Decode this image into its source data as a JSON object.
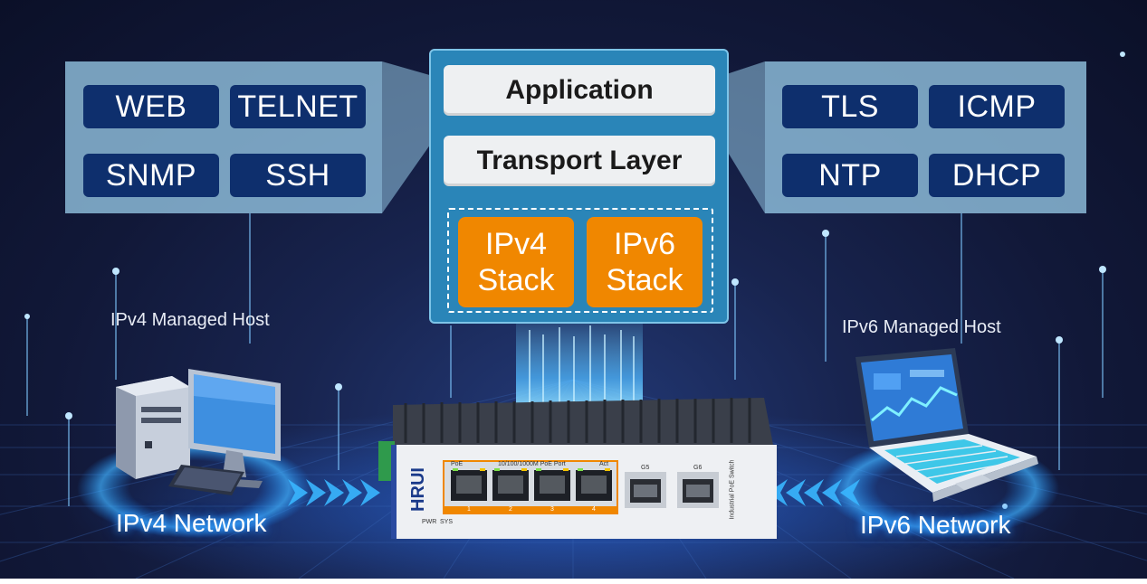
{
  "left_protocols": [
    "WEB",
    "TELNET",
    "SNMP",
    "SSH"
  ],
  "right_protocols": [
    "TLS",
    "ICMP",
    "NTP",
    "DHCP"
  ],
  "stack": {
    "application": "Application",
    "transport": "Transport Layer",
    "ipv4": [
      "IPv4",
      "Stack"
    ],
    "ipv6": [
      "IPv6",
      "Stack"
    ]
  },
  "hosts": {
    "ipv4_host": "IPv4 Managed Host",
    "ipv6_host": "IPv6 Managed Host",
    "ipv4_network": "IPv4 Network",
    "ipv6_network": "IPv6 Network"
  },
  "switch": {
    "brand": "HRUI",
    "poe_label": "PoE",
    "port_label": "10/100/1000M PoE Port",
    "act_label": "Act",
    "port_numbers": [
      "1",
      "2",
      "3",
      "4"
    ],
    "sfp_labels": [
      "G5",
      "G6"
    ],
    "pwr_label": "PWR",
    "sys_label": "SYS",
    "side_label": "Industrial PoE Switch"
  },
  "colors": {
    "protocol_box": "#0e2f6d",
    "stack_panel": "#2a85b8",
    "ip_stack": "#f08700",
    "network_glow": "#3aa7ff"
  }
}
